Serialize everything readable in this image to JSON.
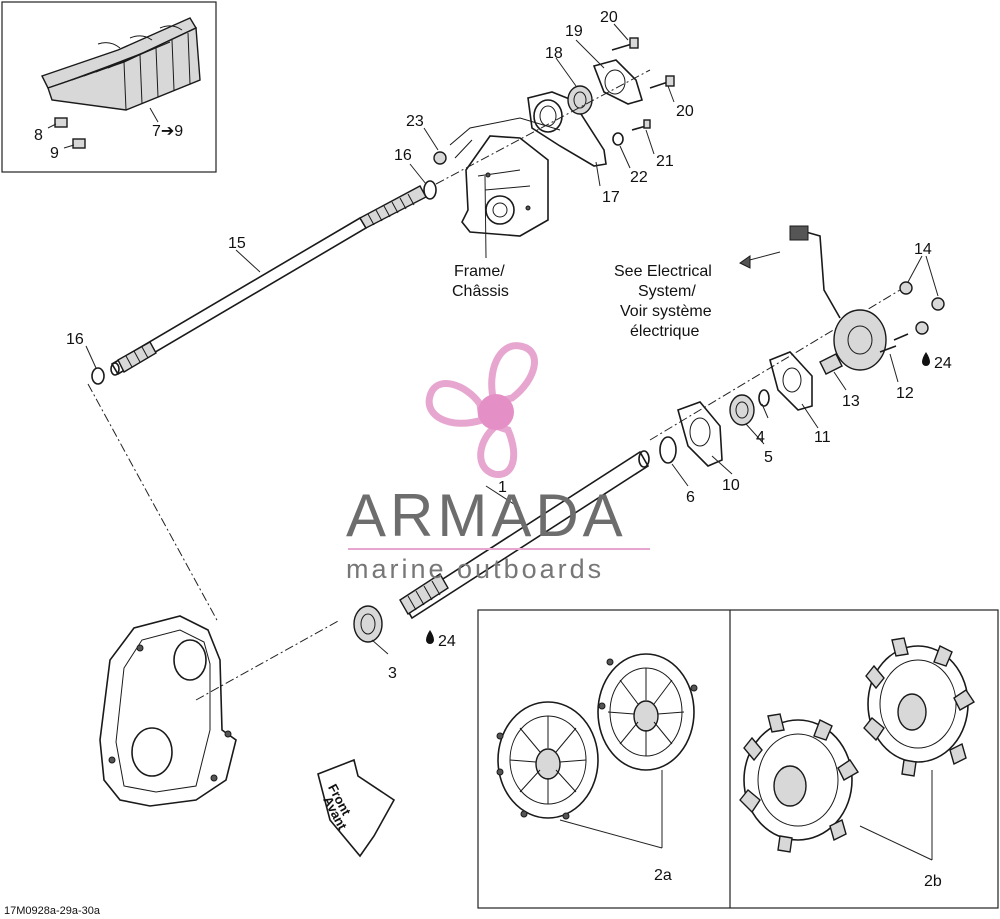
{
  "callouts": {
    "c1": "1",
    "c2a": "2a",
    "c2b": "2b",
    "c3": "3",
    "c4": "4",
    "c5": "5",
    "c6": "6",
    "c7_9": "7➔9",
    "c8": "8",
    "c9": "9",
    "c10": "10",
    "c11": "11",
    "c12": "12",
    "c13": "13",
    "c14": "14",
    "c15": "15",
    "c16a": "16",
    "c16b": "16",
    "c17": "17",
    "c18": "18",
    "c19": "19",
    "c20a": "20",
    "c20b": "20",
    "c21": "21",
    "c22": "22",
    "c23": "23",
    "c24a": "24",
    "c24b": "24"
  },
  "frame_label": {
    "line1": "Frame/",
    "line2": "Châssis"
  },
  "electrical_note": {
    "line1": "See Electrical",
    "line2": "System/",
    "line3": "Voir système",
    "line4": "électrique"
  },
  "front_arrow": {
    "line1": "Front",
    "line2": "Avant"
  },
  "watermark": {
    "brand": "ARMADA",
    "tagline": "marine outboards",
    "color_pink": "#e7a6cf",
    "color_pink_dark": "#e58fc7",
    "color_gray": "#6d6d6d"
  },
  "drawing_code": "17M0928a-29a-30a"
}
